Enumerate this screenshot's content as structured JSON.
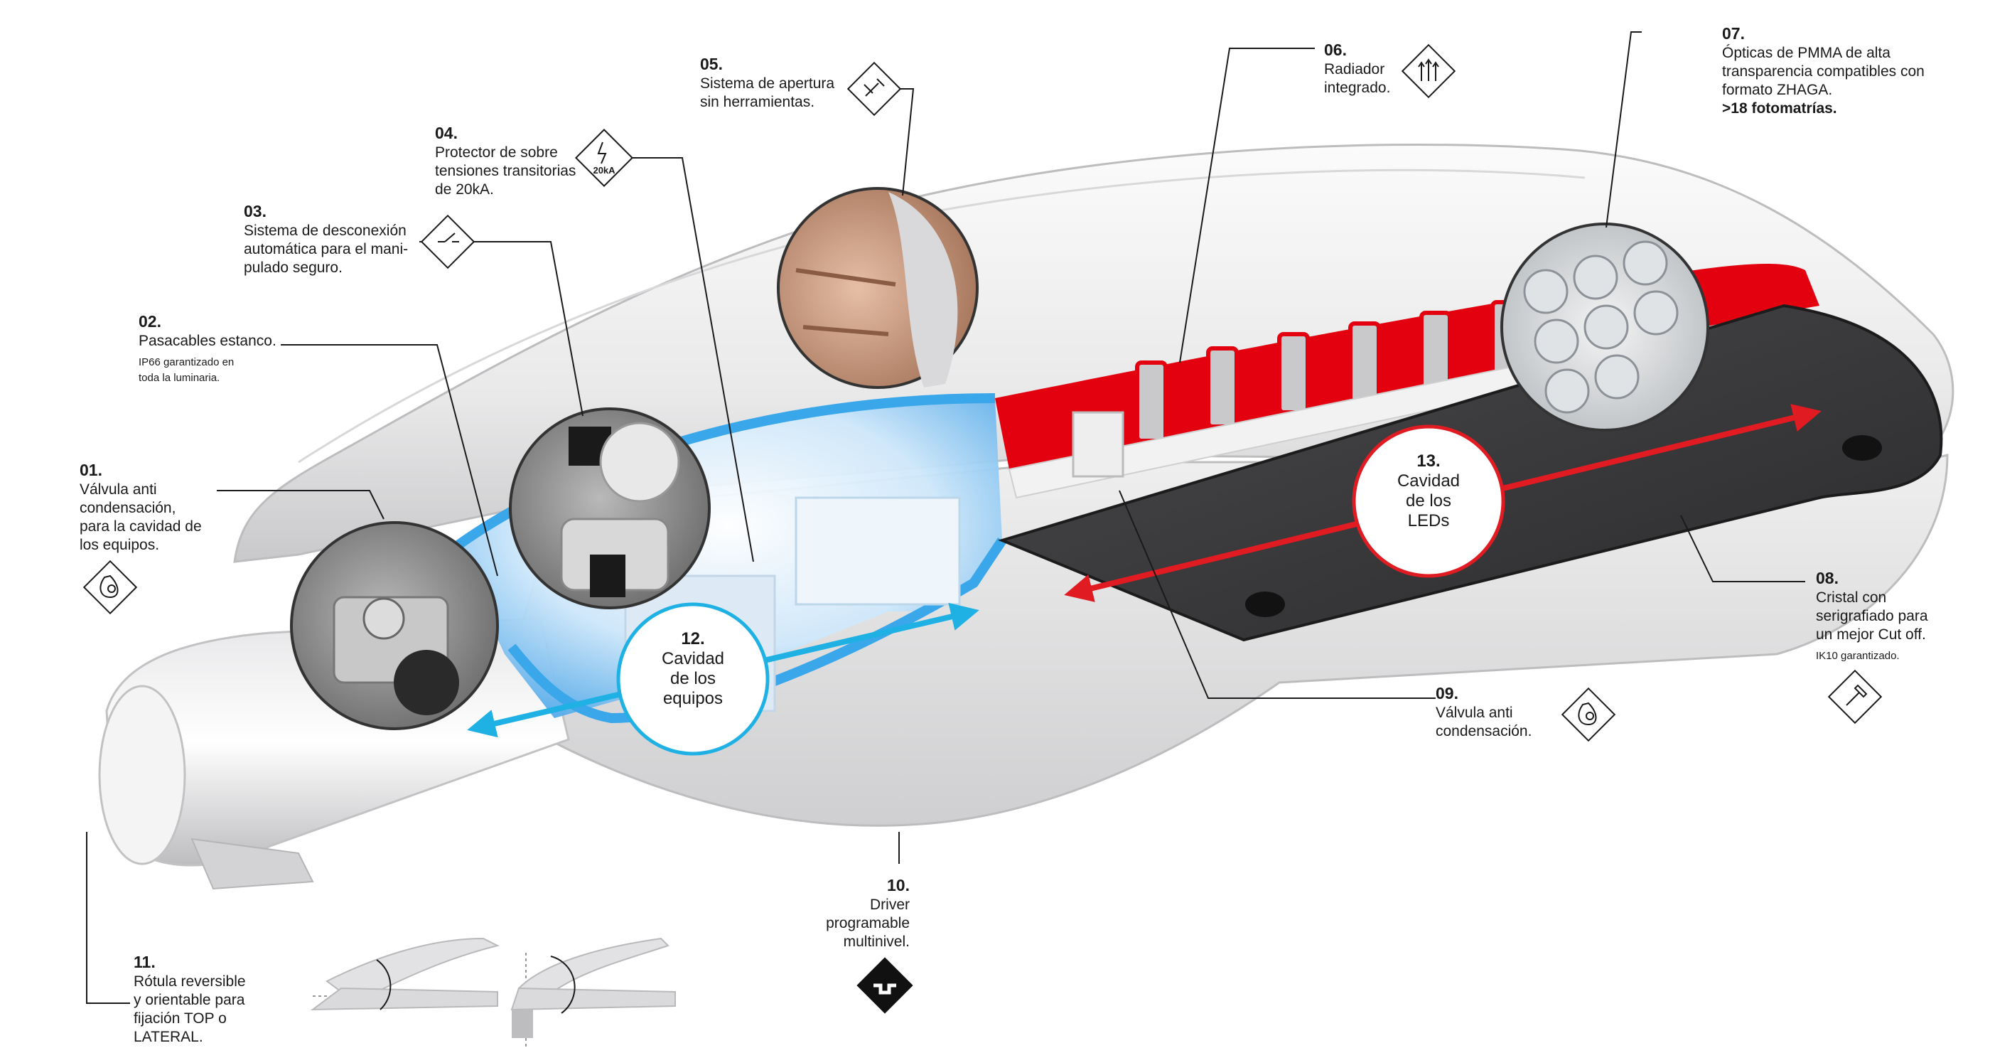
{
  "callouts": {
    "c01": {
      "num": "01.",
      "lines": [
        "Válvula anti",
        "condensación,",
        "para la cavidad de",
        "los equipos."
      ]
    },
    "c02": {
      "num": "02.",
      "text": "Pasacables estanco.",
      "note": [
        "IP66 garantizado en",
        "toda la luminaria."
      ]
    },
    "c03": {
      "num": "03.",
      "lines": [
        "Sistema de desconexión",
        "automática para el mani-",
        "pulado seguro."
      ]
    },
    "c04": {
      "num": "04.",
      "lines": [
        "Protector de sobre",
        "tensiones transitorias",
        "de 20kA."
      ]
    },
    "c05": {
      "num": "05.",
      "lines": [
        "Sistema de apertura",
        "sin herramientas."
      ]
    },
    "c06": {
      "num": "06.",
      "lines": [
        "Radiador",
        "integrado."
      ]
    },
    "c07": {
      "num": "07.",
      "lines": [
        "Ópticas de PMMA de alta",
        "transparencia compatibles con",
        "formato ZHAGA."
      ],
      "bold": ">18 fotomatrías."
    },
    "c08": {
      "num": "08.",
      "lines": [
        "Cristal con",
        "serigrafiado para",
        "un mejor Cut off."
      ],
      "note": "IK10 garantizado."
    },
    "c09": {
      "num": "09.",
      "lines": [
        "Válvula anti",
        "condensación."
      ]
    },
    "c10": {
      "num": "10.",
      "lines": [
        "Driver",
        "programable",
        "multinivel."
      ]
    },
    "c11": {
      "num": "11.",
      "lines": [
        "Rótula reversible",
        "y orientable para",
        "fijación TOP o",
        "LATERAL."
      ]
    }
  },
  "cavities": {
    "equipos": {
      "num": "12.",
      "lines": [
        "Cavidad",
        "de los",
        "equipos"
      ]
    },
    "leds": {
      "num": "13.",
      "lines": [
        "Cavidad",
        "de los",
        "LEDs"
      ]
    }
  },
  "icons": {
    "surge": {
      "name": "surge-protector-icon",
      "text": "20kA"
    },
    "disconnect": "disconnect-switch-icon",
    "tool": "tool-free-icon",
    "radiator": "radiator-icon",
    "valve": "anti-condensation-valve-icon",
    "hammer": "ik10-hammer-icon",
    "driver": "driver-icon"
  },
  "colors": {
    "equipment_cavity": "#3aa7ea",
    "led_cavity": "#e3000f",
    "arrow_blue": "#1fb1e3",
    "arrow_red": "#e01b22"
  }
}
